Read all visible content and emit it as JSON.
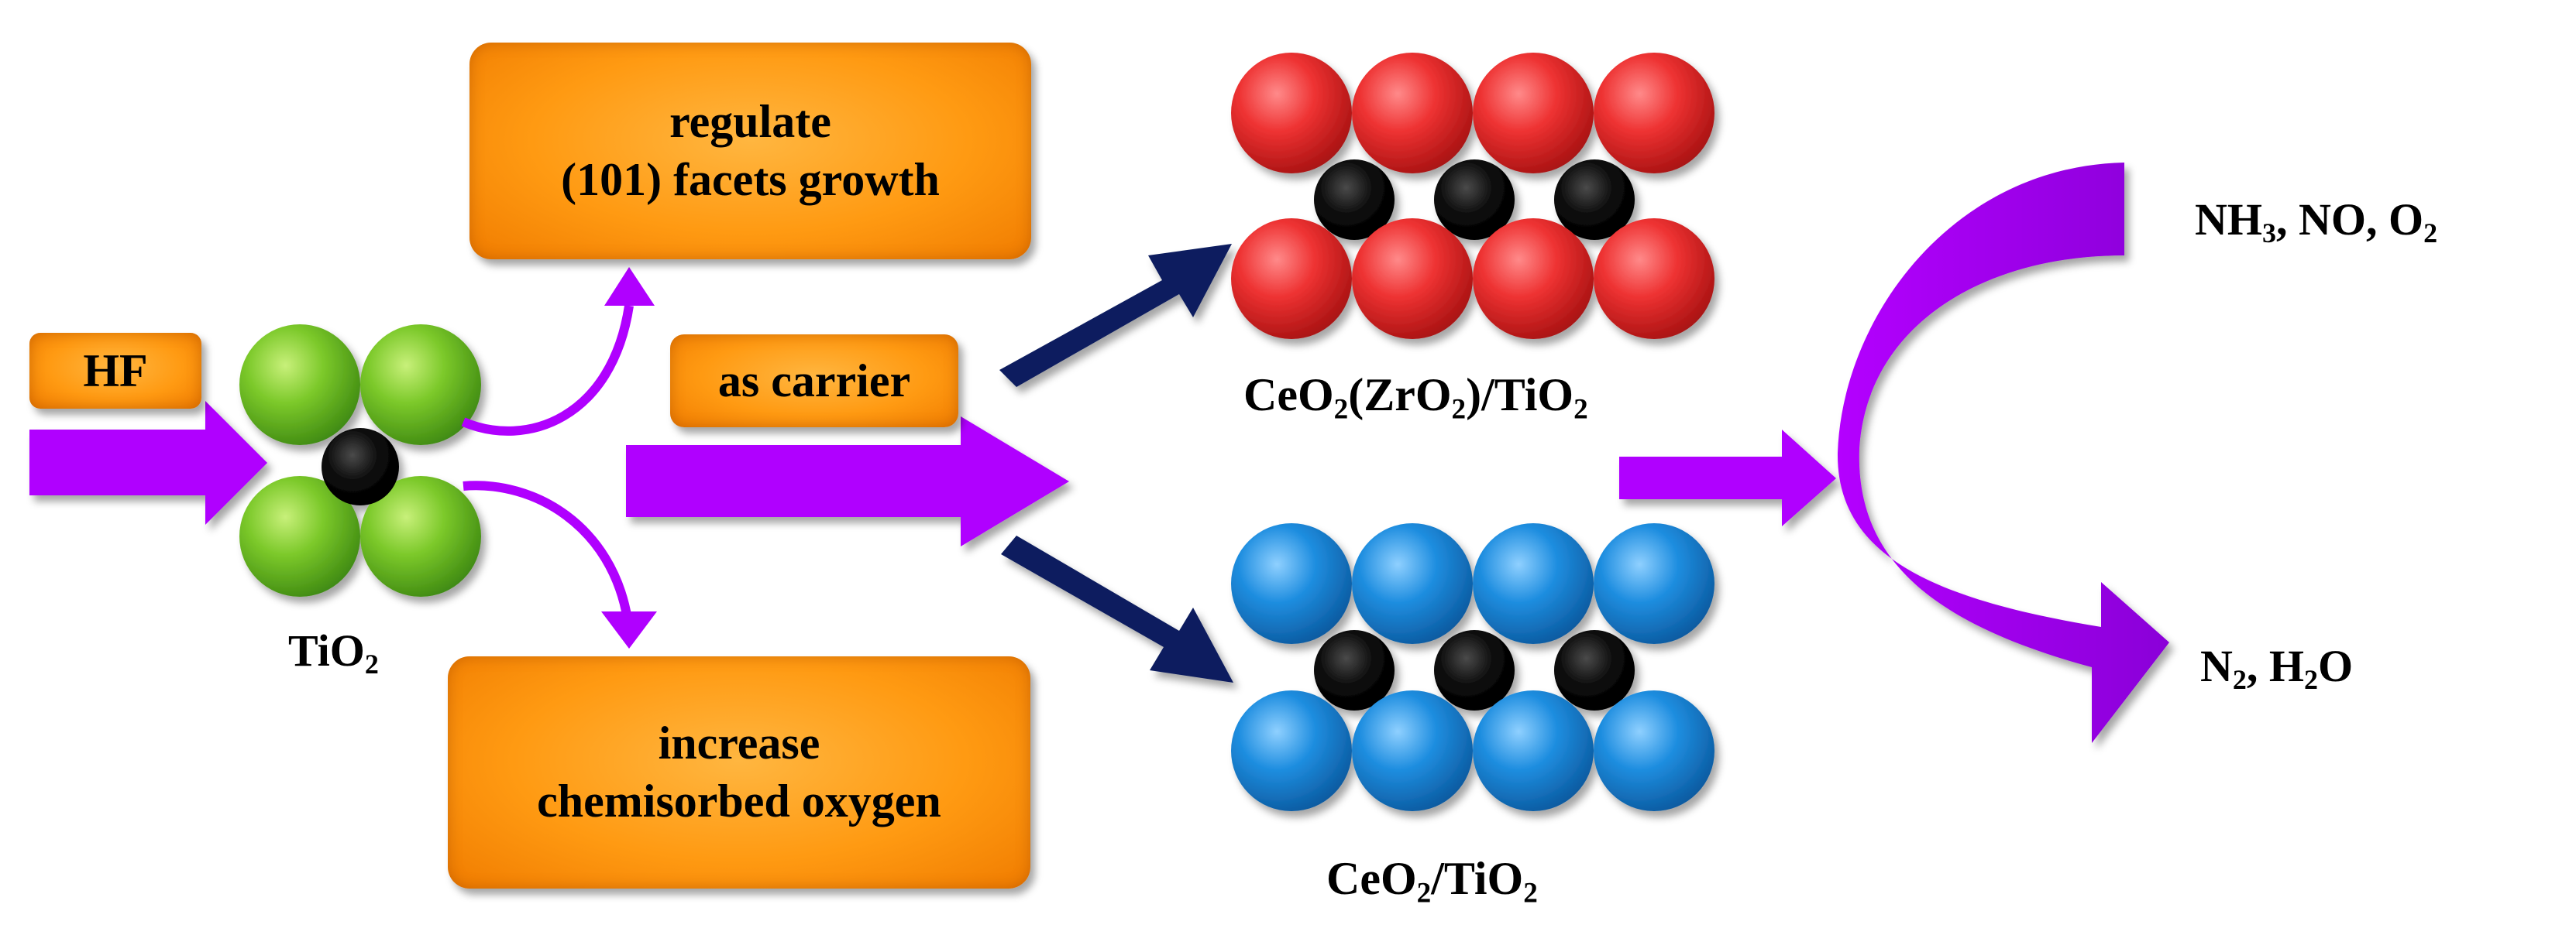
{
  "inputs": {
    "hf_label": "HF"
  },
  "boxes": {
    "regulate_line1": "regulate",
    "regulate_line2": "(101) facets growth",
    "carrier": "as carrier",
    "increase_line1": "increase",
    "increase_line2": "chemisorbed oxygen"
  },
  "labels": {
    "tio2": {
      "base": "TiO",
      "sub": "2"
    },
    "ceo2_zro2_tio2": {
      "p1": "CeO",
      "s1": "2",
      "p2": "(ZrO",
      "s2": "2",
      "p3": ")/TiO",
      "s3": "2"
    },
    "ceo2_tio2": {
      "p1": "CeO",
      "s1": "2",
      "p2": "/TiO",
      "s2": "2"
    },
    "reactants": {
      "p1": "NH",
      "s1": "3",
      "p2": ", NO, O",
      "s2": "2"
    },
    "products": {
      "p1": "N",
      "s1": "2",
      "p2": ", H",
      "s2": "2",
      "p3": "O"
    }
  },
  "colors": {
    "purple_arrow": "#b000ff",
    "navy_arrow": "#0b1f5e",
    "orange_box": "#ff9a12",
    "green_sphere": "#6cc41e",
    "red_sphere": "#ea2a2a",
    "blue_sphere": "#1e88d8",
    "black_sphere": "#000000"
  }
}
